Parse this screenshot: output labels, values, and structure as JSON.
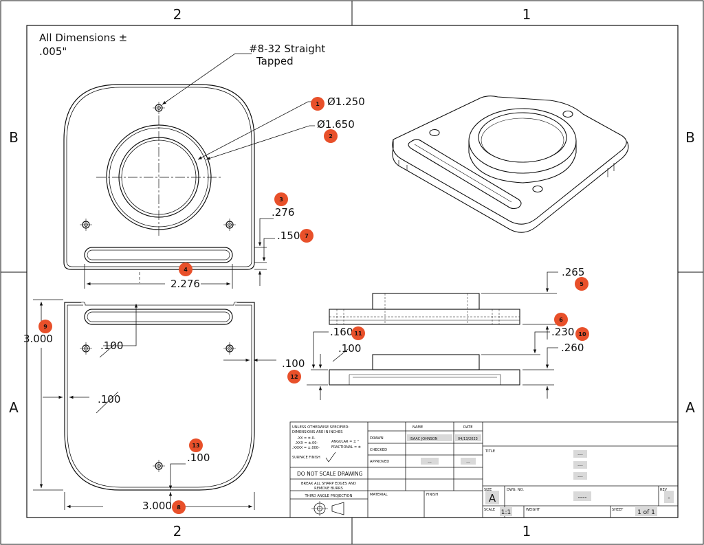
{
  "zones": {
    "top": [
      "2",
      "1"
    ],
    "bottom": [
      "2",
      "1"
    ],
    "left": [
      "B",
      "A"
    ],
    "right": [
      "B",
      "A"
    ]
  },
  "general_note": [
    "All Dimensions ±",
    ".005\""
  ],
  "callouts": {
    "tapped_hole": [
      "#8-32 Straight",
      "Tapped"
    ],
    "dia_inner": "Ø1.250",
    "dia_outer": "Ø1.650",
    "d_276": ".276",
    "d_150": ".150",
    "d_2276": "2.276",
    "d_265": ".265",
    "d_230": ".230",
    "d_260": ".260",
    "d_160": ".160",
    "d_100_side": ".100",
    "d_100_right": ".100",
    "d_3000_height": "3.000",
    "d_3000_width": "3.000",
    "d_100_hole": ".100",
    "d_100_inner": ".100",
    "d_100_left": ".100",
    "d_100_bottom": ".100"
  },
  "balloons": {
    "b1": "1",
    "b2": "2",
    "b3": "3",
    "b4": "4",
    "b5": "5",
    "b6": "6",
    "b7": "7",
    "b8": "8",
    "b9": "9",
    "b10": "10",
    "b11": "11",
    "b12": "12",
    "b13": "13"
  },
  "title_block": {
    "unless": [
      "UNLESS OTHERWISE SPECIFIED:",
      "DIMENSIONS ARE IN INCHES"
    ],
    "tol_xx": ".XX = ±.0-",
    "tol_xxx": ".XXX = ±.00-",
    "tol_xxxx": ".XXXX = ±.000-",
    "angular": "ANGULAR = ± °",
    "fractional": "FRACTIONAL = ±",
    "surface_finish": "SURFACE FINISH",
    "do_not_scale": "DO NOT SCALE DRAWING",
    "break_edges": [
      "BREAK ALL SHARP EDGES AND",
      "REMOVE BURRS"
    ],
    "projection": "THIRD ANGLE PROJECTION",
    "name_header": "NAME",
    "date_header": "DATE",
    "drawn_label": "DRAWN",
    "drawn_name": "ISAAC JOHNSON",
    "drawn_date": "04/13/2023",
    "checked_label": "CHECKED",
    "approved_label": "APPROVED",
    "approved_name": "---",
    "approved_date": "---",
    "material_label": "MATERIAL",
    "finish_label": "FINISH",
    "title_label": "TITLE",
    "title_values": [
      "----",
      "----",
      "----"
    ],
    "size_label": "SIZE",
    "size_value": "A",
    "dwg_label": "DWG. NO.",
    "dwg_value": "----",
    "rev_label": "REV",
    "rev_value": "-",
    "scale_label": "SCALE",
    "scale_value": "1:1",
    "weight_label": "WEIGHT",
    "sheet_label": "SHEET",
    "sheet_value": "1 of 1"
  },
  "colors": {
    "line": "#111111",
    "balloon": "#e8502a",
    "highlight": "#d9d9d9"
  }
}
